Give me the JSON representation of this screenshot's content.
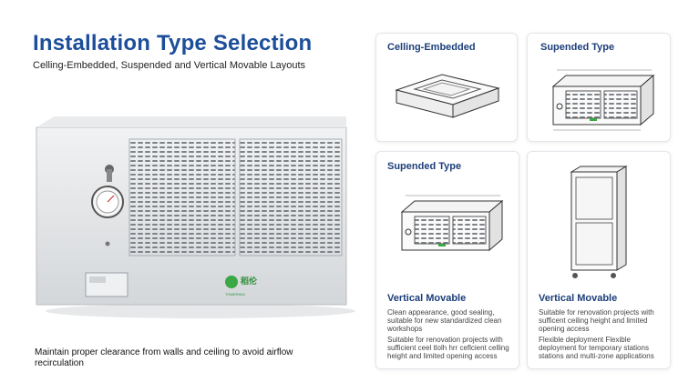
{
  "header": {
    "title": "Installation Type Selection",
    "subtitle": "Celling-Embedded, Suspended and Vertical Movable Layouts"
  },
  "hero": {
    "brand_text": "稻伦",
    "brand_sub": "TOWERING",
    "note": "Maintain proper clearance from walls and ceiling to avoid airflow recirculation"
  },
  "cards": {
    "ceiling_embedded": {
      "title": "Celling-Embedded"
    },
    "suspended_top": {
      "title": "Supended Type"
    },
    "suspended_left": {
      "title": "Supended Type",
      "sub_title": "Vertical Movable",
      "desc1": "Clean appearance, good sealing, suitable for new standardized clean workshops",
      "desc2": "Suitable for renovation projects with sufficient ceel tlolh hrr ceflcient celling height and limited opening access"
    },
    "vertical_movable": {
      "title": "Vertical Movable",
      "desc1": "Suitable for renovation projects with sufficent ceiling height and limited opening access",
      "desc2": "Flexible deployment Flexible deployment for temporary stations stations and multi-zone applications"
    }
  },
  "colors": {
    "title_blue": "#1c4e9a",
    "accent_green": "#3aa845",
    "panel_grey": "#d9dcdf"
  }
}
